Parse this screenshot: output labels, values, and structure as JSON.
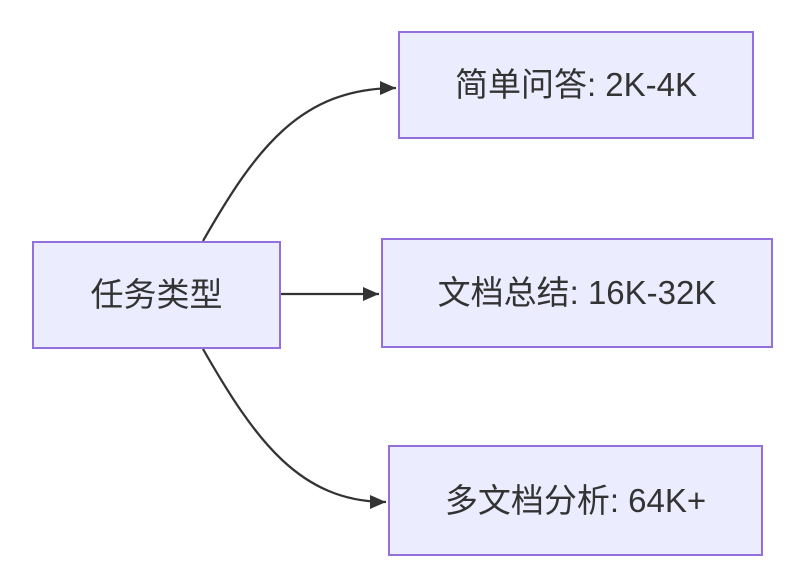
{
  "diagram": {
    "type": "flowchart-left-to-right",
    "background_color": "#ffffff",
    "node_fill_color": "#ececff",
    "node_border_color": "#9370db",
    "edge_color": "#333333",
    "text_color": "#333333",
    "nodes": [
      {
        "id": "task-type",
        "label": "任务类型"
      },
      {
        "id": "simple-qa",
        "label": "简单问答: 2K-4K"
      },
      {
        "id": "doc-summary",
        "label": "文档总结: 16K-32K"
      },
      {
        "id": "multi-doc",
        "label": "多文档分析: 64K+"
      }
    ],
    "edges": [
      {
        "from": "任务类型",
        "to": "简单问答: 2K-4K"
      },
      {
        "from": "任务类型",
        "to": "文档总结: 16K-32K"
      },
      {
        "from": "任务类型",
        "to": "多文档分析: 64K+"
      }
    ]
  }
}
